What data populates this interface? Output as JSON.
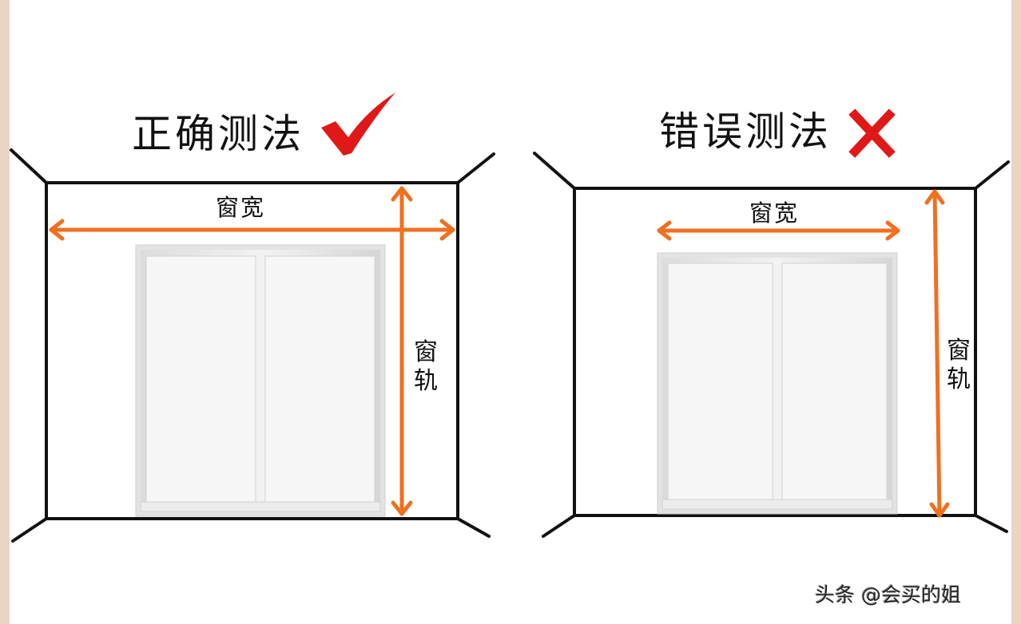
{
  "colors": {
    "background": "#ffffff",
    "side_strip": "#e8d5c2",
    "wall_line": "#111111",
    "arrow": "#f07020",
    "check_mark": "#e01818",
    "cross_mark": "#e01818",
    "window_frame": "#e6e6e6",
    "window_glass": "#f7f7f7"
  },
  "panels": [
    {
      "id": "correct",
      "title": "正确测法",
      "status_icon": "check-mark-icon",
      "width_label": "窗宽",
      "height_label": "窗轨",
      "width_arrow": "spans full wall width (wall edge to wall edge)",
      "height_arrow": "spans full wall height (ceiling to floor)"
    },
    {
      "id": "wrong",
      "title": "错误测法",
      "status_icon": "cross-mark-icon",
      "width_label": "窗宽",
      "height_label": "窗轨",
      "width_arrow": "spans only window frame width",
      "height_arrow": "spans full wall height (ceiling to floor)"
    }
  ],
  "watermark": "头条 @会买的姐"
}
